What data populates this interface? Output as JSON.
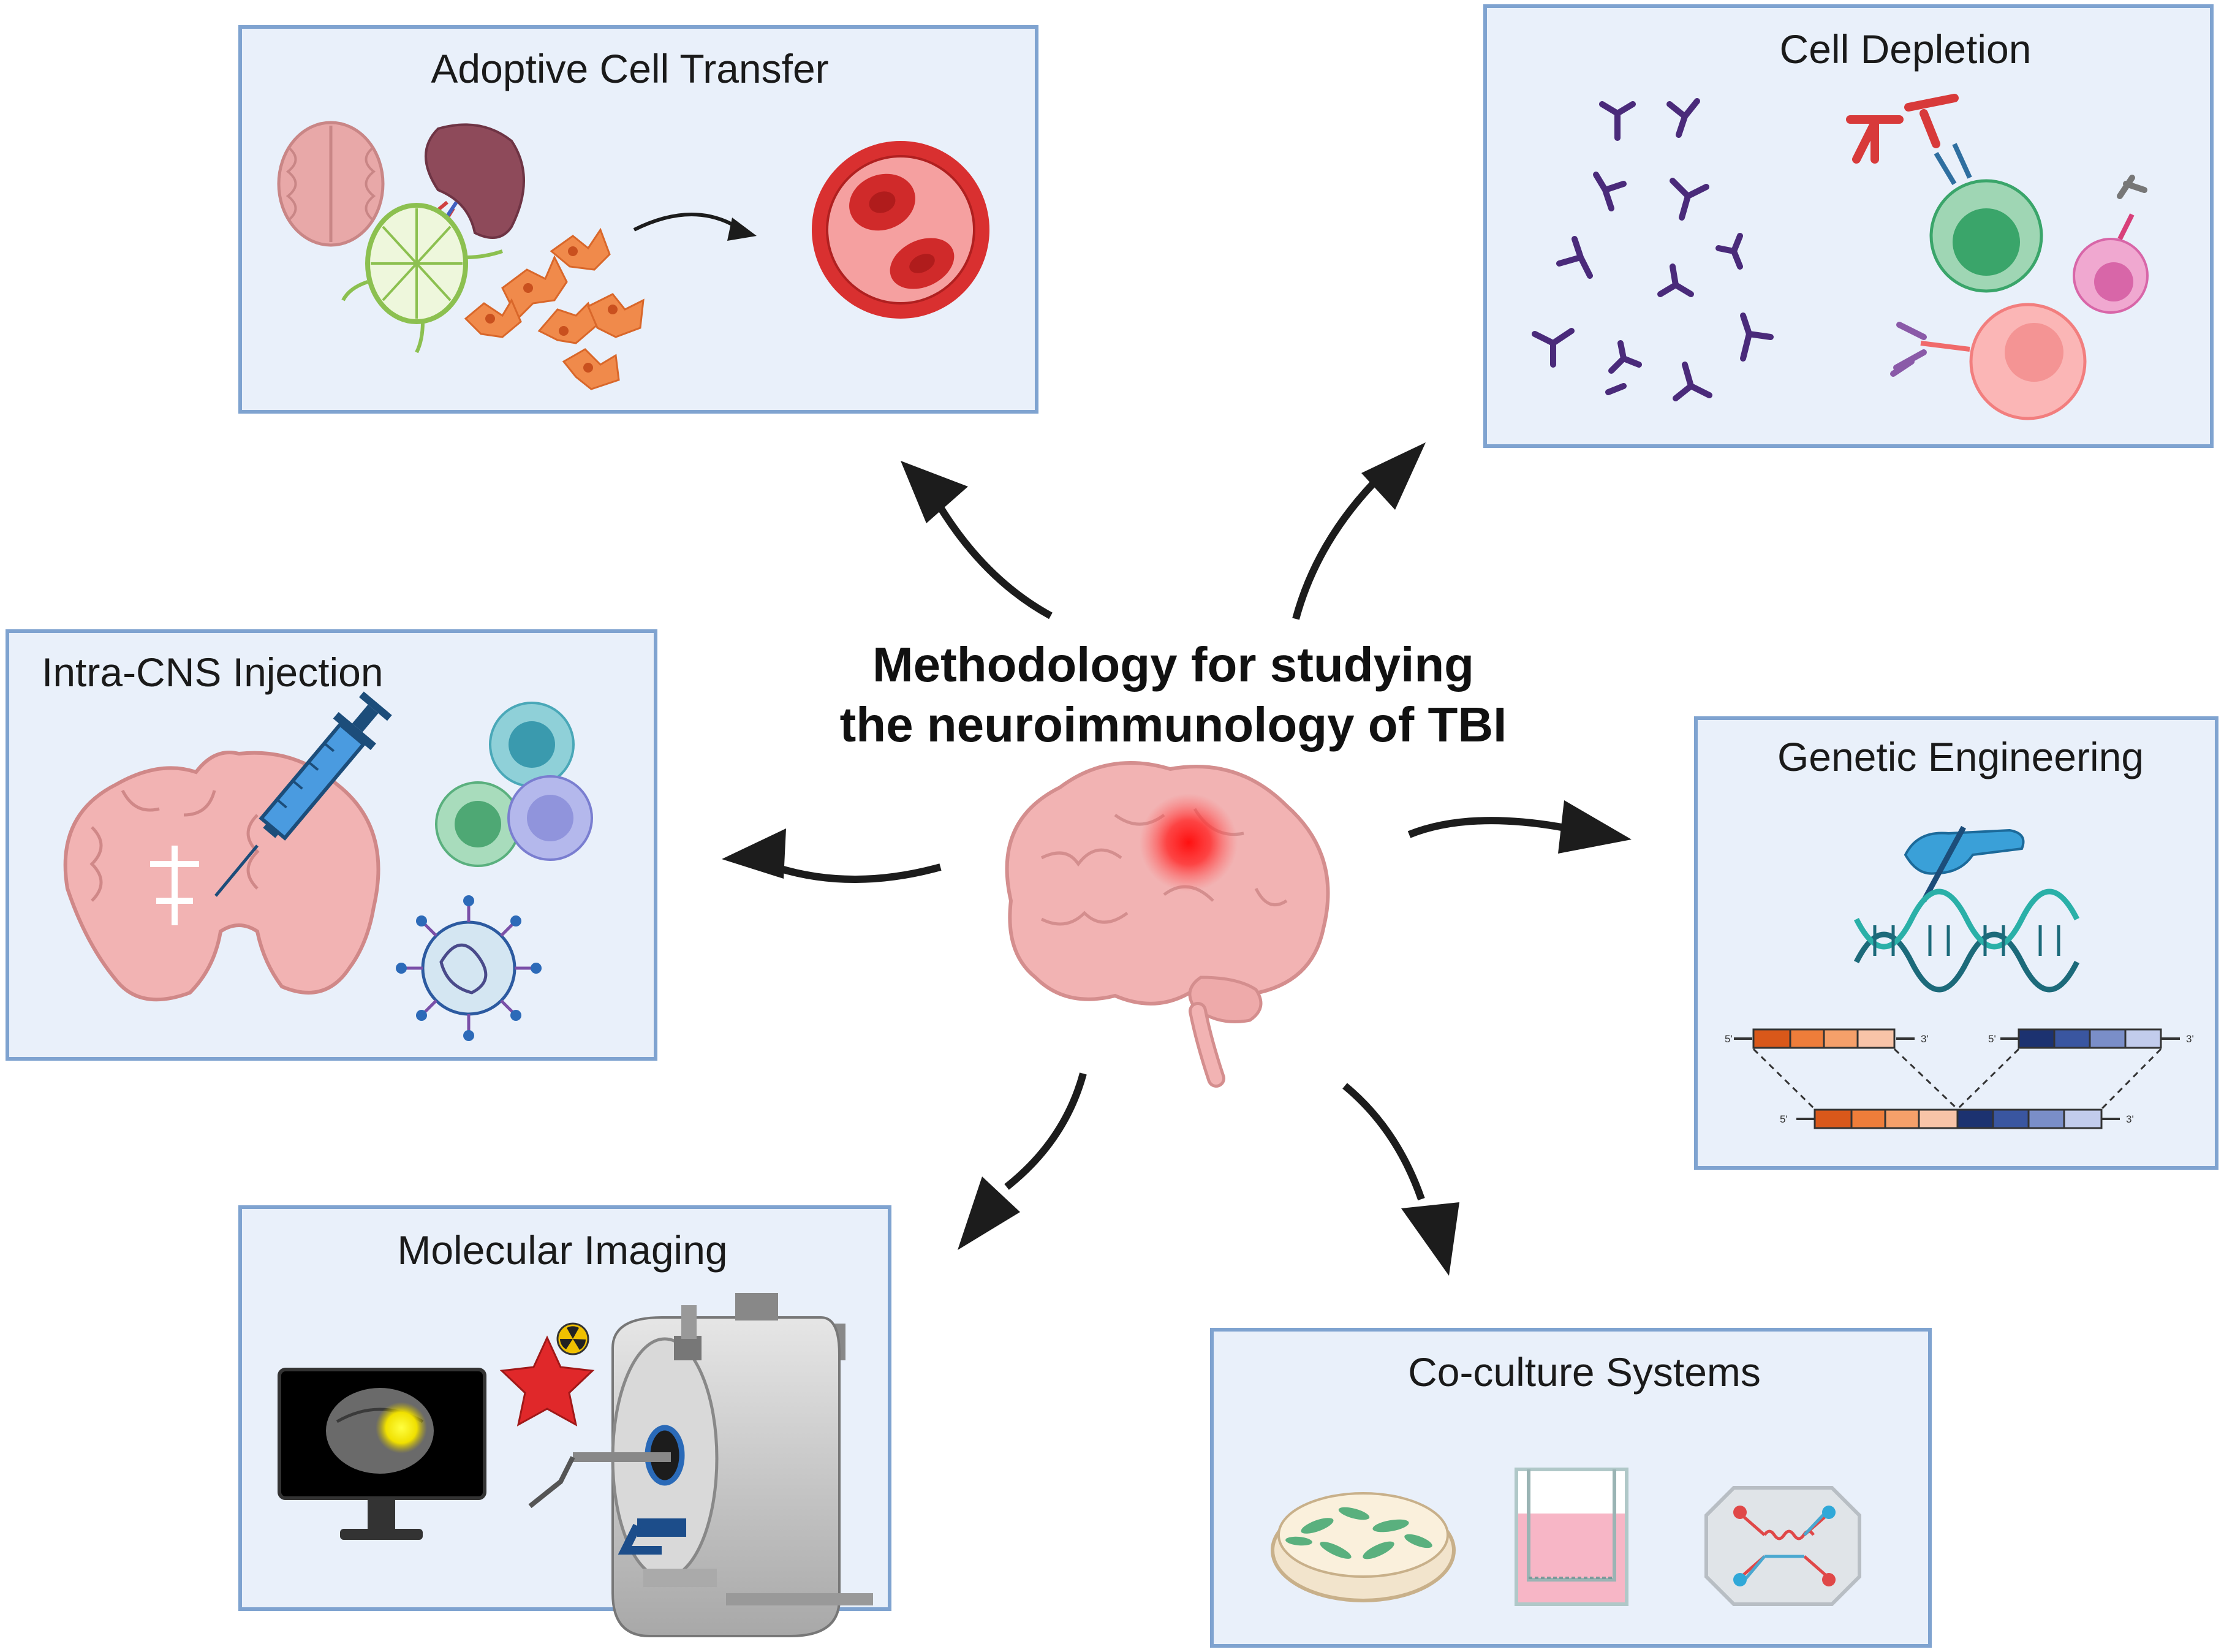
{
  "title": {
    "line1": "Methodology for studying",
    "line2": "the neuroimmunology of TBI"
  },
  "panels": {
    "adoptive": {
      "label": "Adoptive Cell Transfer"
    },
    "depletion": {
      "label": "Cell Depletion"
    },
    "injection": {
      "label": "Intra-CNS Injection"
    },
    "genetic": {
      "label": "Genetic Engineering",
      "prime5": "5'",
      "prime3": "3'"
    },
    "imaging": {
      "label": "Molecular Imaging"
    },
    "coculture": {
      "label": "Co-culture Systems"
    }
  },
  "colors": {
    "panel_fill": "#e9f0fa",
    "panel_border": "#7fa3d0",
    "arrow": "#1c1c1c",
    "brain": "#f2b3b3",
    "injury": "#ff1a1a"
  }
}
